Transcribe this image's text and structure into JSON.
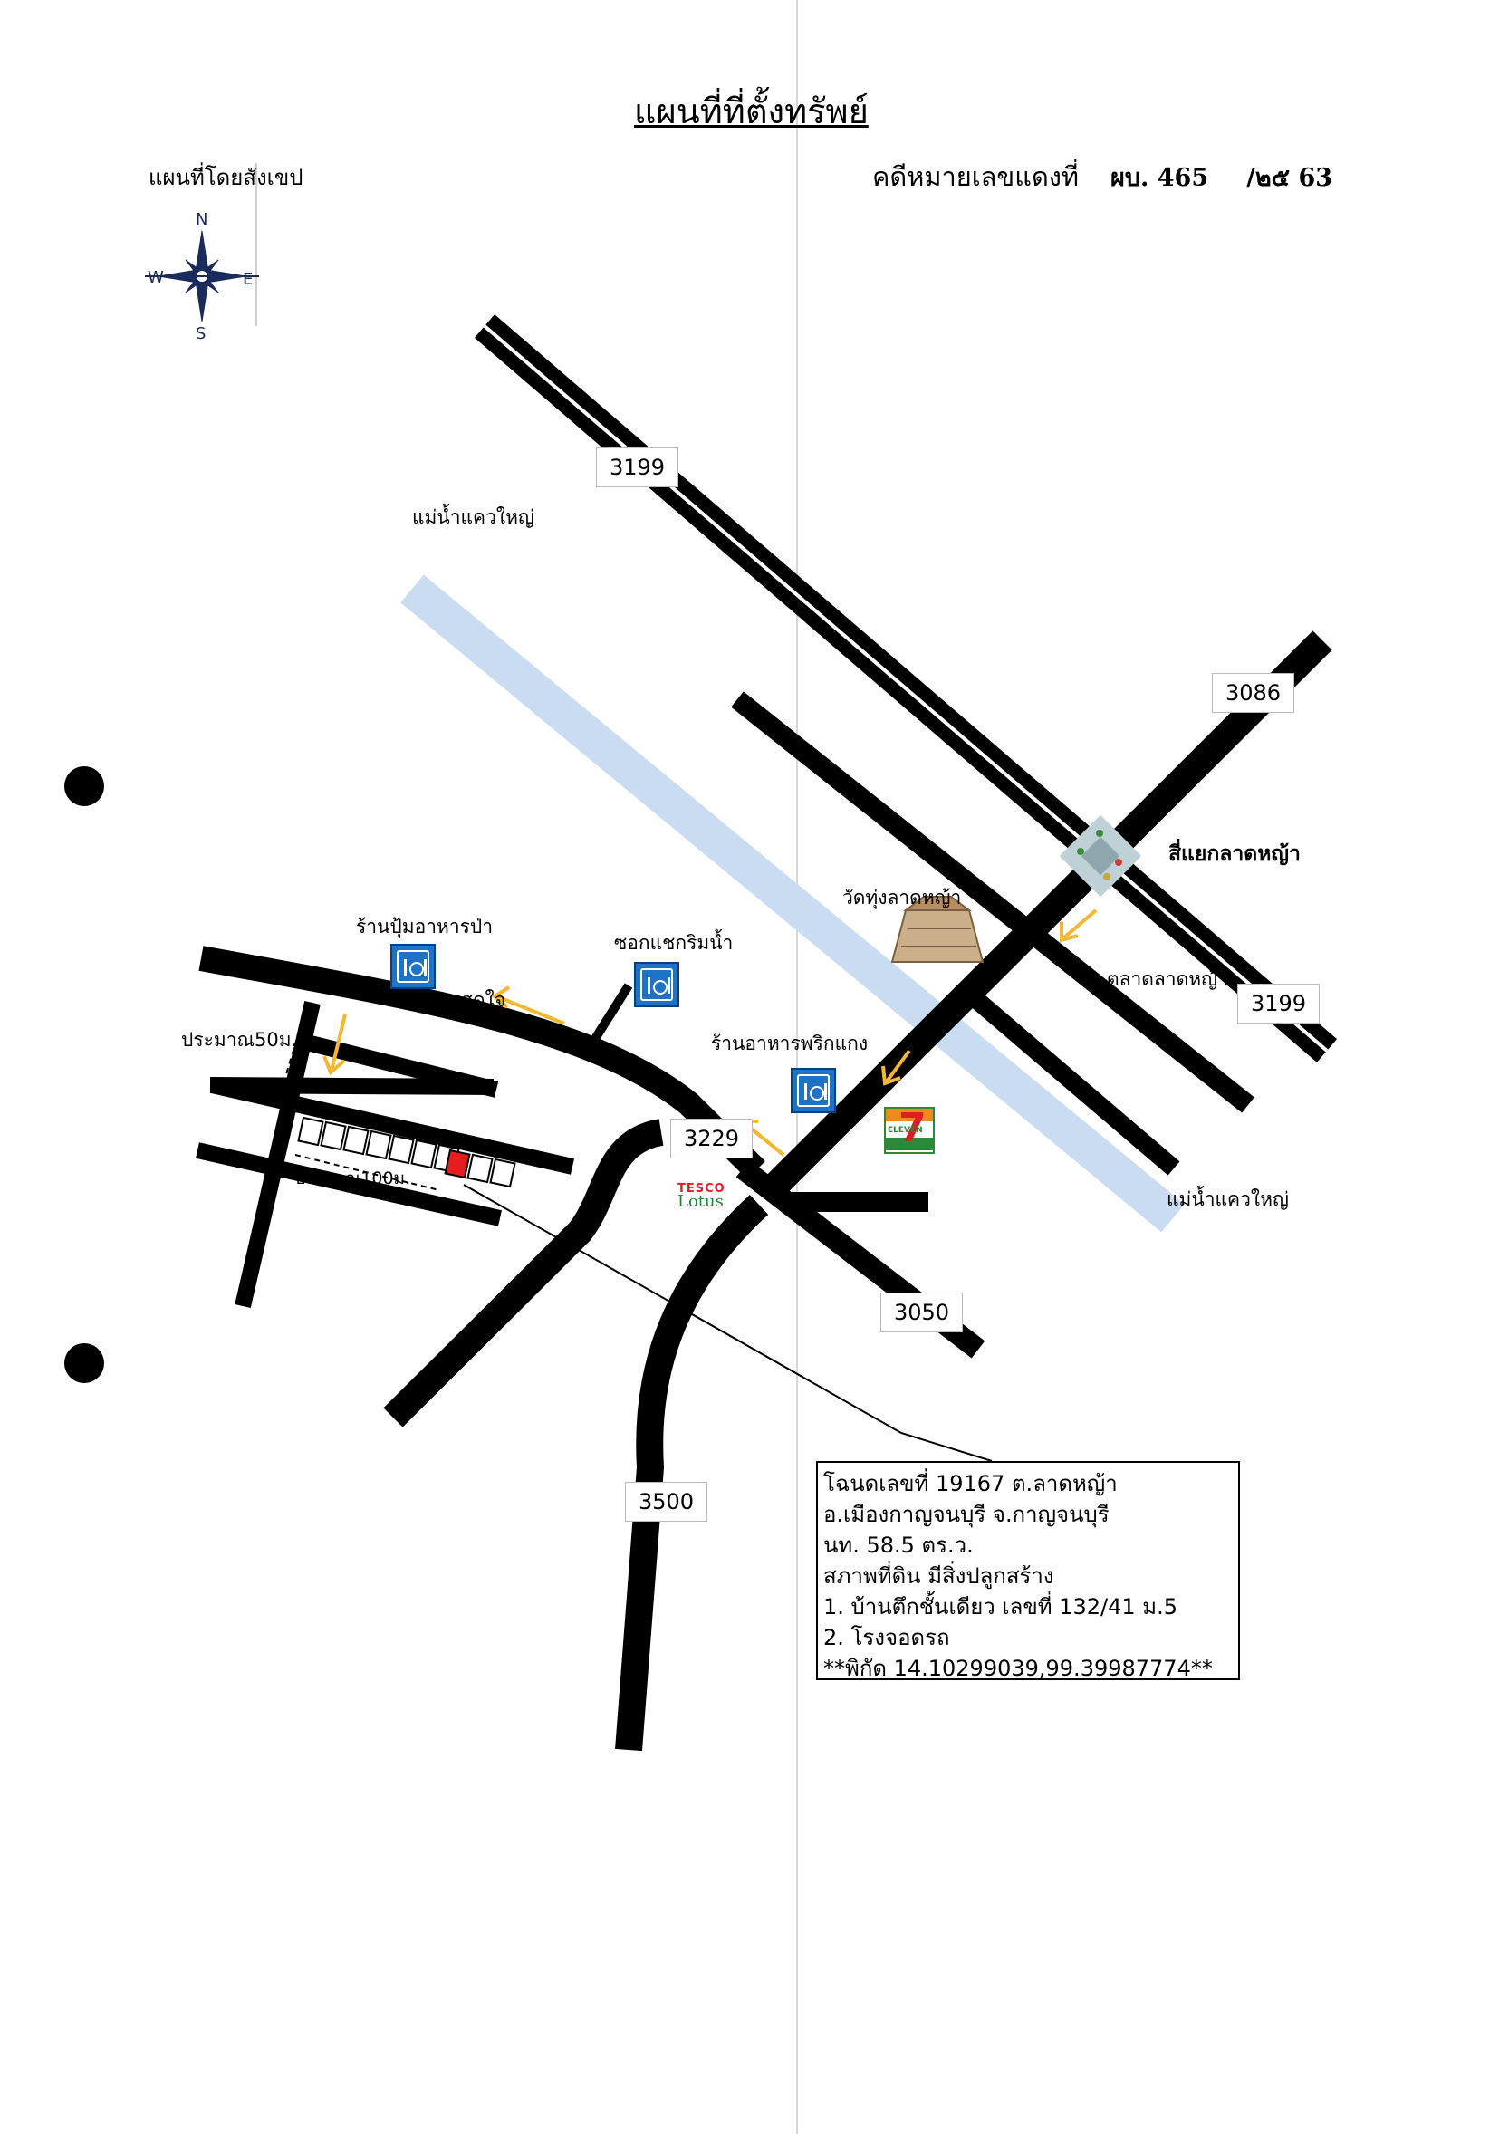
{
  "title": "แผนที่ที่ตั้งทรัพย์",
  "subtitle_left": "แผนที่โดยสังเขป",
  "case": {
    "label": "คดีหมายเลขแดงที่",
    "prefix": "ผบ. 465",
    "number": "/๒๕ 63"
  },
  "compass": {
    "n": "N",
    "s": "S",
    "e": "E",
    "w": "W",
    "icon": "compass-rose-icon"
  },
  "roads": {
    "r3199_top": "3199",
    "r3086": "3086",
    "r3199_right": "3199",
    "r3229": "3229",
    "r3050": "3050",
    "r3500": "3500"
  },
  "places": {
    "river_top": "แม่น้ำแควใหญ่",
    "river_bottom": "แม่น้ำแควใหญ่",
    "intersection": "สี่แยกลาดหญ้า",
    "temple": "วัดทุ่งลาดหญ้า",
    "market": "ตลาดลาดหญ้า",
    "restaurant_pa": "ร้านปุ้มอาหารป่า",
    "soi_chok": "ซอกแชกริมน้ำ",
    "soi_sud": "ซอยสุดใจ",
    "restaurant_prik": "ร้านอาหารพริกแกง",
    "approx50": "ประมาณ50ม.",
    "approx100": "ประมาณ100ม."
  },
  "brands": {
    "seven": "7",
    "seven_text": "ELEVEN",
    "tesco": "TESCO",
    "lotus": "Lotus"
  },
  "info_box": {
    "lines": [
      "โฉนดเลขที่ 19167  ต.ลาดหญ้า",
      "อ.เมืองกาญจนบุรี  จ.กาญจนบุรี",
      "นท. 58.5 ตร.ว.",
      "สภาพที่ดิน  มีสิ่งปลูกสร้าง",
      "1. บ้านตึกชั้นเดียว เลขที่ 132/41 ม.5",
      "2. โรงจอดรถ",
      "**พิกัด 14.10299039,99.39987774**"
    ]
  },
  "colors": {
    "road": "#000000",
    "river": "#c9dcf2",
    "arrow": "#f5b731",
    "plot": "#e41e1e",
    "restaurant": "#1e73c6"
  }
}
